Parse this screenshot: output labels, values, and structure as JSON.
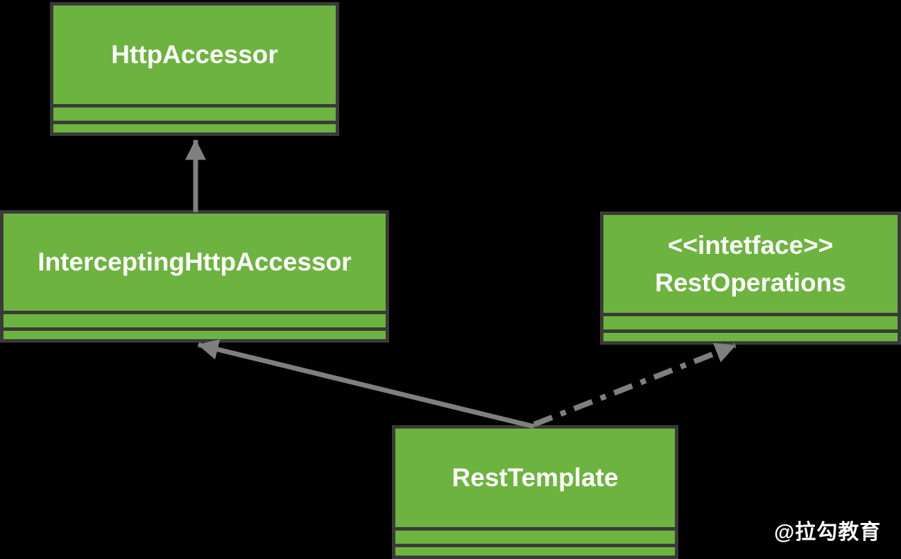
{
  "palette": {
    "background": "#000000",
    "class_fill": "#6DB33F",
    "class_border": "#3A3A3A",
    "arrow": "#7F7F7F",
    "text": "#FFFFFF"
  },
  "classes": [
    {
      "name": "HttpAccessor",
      "stereotype": "",
      "compartments": [
        "",
        ""
      ]
    },
    {
      "name": "InterceptingHttpAccessor",
      "stereotype": "",
      "compartments": [
        "",
        ""
      ]
    },
    {
      "name": "RestOperations",
      "stereotype": "<<intetface>>",
      "compartments": [
        "",
        ""
      ]
    },
    {
      "name": "RestTemplate",
      "stereotype": "",
      "compartments": [
        "",
        ""
      ]
    }
  ],
  "relations": [
    {
      "from": "InterceptingHttpAccessor",
      "to": "HttpAccessor",
      "kind": "generalization",
      "line": "solid",
      "arrowhead": "filled-triangle"
    },
    {
      "from": "RestTemplate",
      "to": "InterceptingHttpAccessor",
      "kind": "generalization",
      "line": "solid",
      "arrowhead": "filled-triangle"
    },
    {
      "from": "RestTemplate",
      "to": "RestOperations",
      "kind": "realization",
      "line": "dash-dot",
      "arrowhead": "filled-triangle"
    }
  ],
  "watermark": {
    "label": "@拉勾教育"
  }
}
